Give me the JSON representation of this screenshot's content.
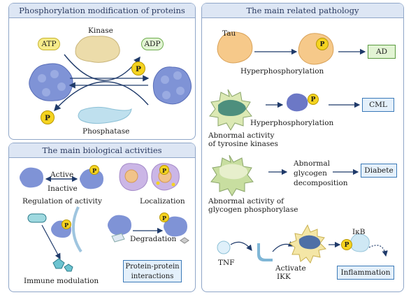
{
  "left_top": {
    "title": "Phosphorylation modification of proteins",
    "kinase": "Kinase",
    "atp": "ATP",
    "adp": "ADP",
    "phosphatase": "Phosphatase",
    "p": "P"
  },
  "left_bottom": {
    "title": "The main biological activities",
    "active": "Active",
    "inactive": "Inactive",
    "regulation": "Regulation of activity",
    "localization": "Localization",
    "degradation": "Degradation",
    "immune": "Immune modulation",
    "ppi": "Protein-protein interactions"
  },
  "right": {
    "title": "The main  related pathology",
    "tau": "Tau",
    "hyper1": "Hyperphosphorylation",
    "ad": "AD",
    "hyper2": "Hyperphosphorylation",
    "cml": "CML",
    "tk_line1": "Abnormal activity",
    "tk_line2": "of tyrosine kinases",
    "glyco_line1": "Abnormal",
    "glyco_line2": "glycogen",
    "glyco_line3": "decomposition",
    "diabete": "Diabete",
    "gp_line1": "Abnormal activity of",
    "gp_line2": "glycogen phosphorylase",
    "tnf": "TNF",
    "ikb": "IκB",
    "activate": "Activate",
    "ikk": "IKK",
    "inflammation": "Inflammation"
  },
  "colors": {
    "panel_border": "#8fa6c8",
    "title_bg": "#dde6f4",
    "protein_blue": "#7f93d6",
    "kinase_beige": "#ecdcaa",
    "phosphatase_blue": "#bfe0ee",
    "p_yellow": "#f5d320",
    "tau_orange": "#f6c98a",
    "tk_green": "#dce9b4",
    "box_blue": "#e4f0fb",
    "ad_green": "#e2f4d4",
    "pill_green": "#d8efb4",
    "cell_purple": "#cbb6e6"
  }
}
